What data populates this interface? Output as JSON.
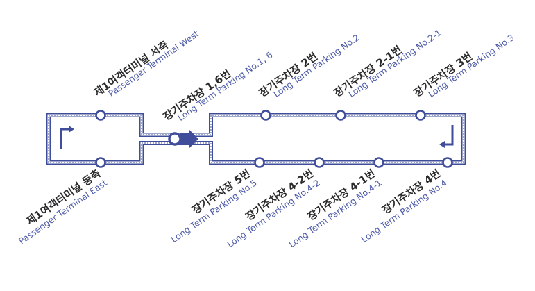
{
  "colors": {
    "route": "#3f4d9a",
    "station_fill": "#ffffff",
    "label_ko": "#2b2b2b",
    "label_en": "#4d5ba8"
  },
  "stations": [
    {
      "id": "t1-west",
      "ko": "제1여객터미널 서측",
      "en": "Passenger Terminal West"
    },
    {
      "id": "t1-east",
      "ko": "제1여객터미널 동측",
      "en": "Passenger Terminal East"
    },
    {
      "id": "ltp-1-6",
      "ko": "장기주차장 1,6번",
      "en": "Long Term Parking No.1, 6"
    },
    {
      "id": "ltp-2",
      "ko": "장기주차장 2번",
      "en": "Long Term Parking No.2"
    },
    {
      "id": "ltp-2-1",
      "ko": "장기주차장 2-1번",
      "en": "Long Term Parking No.2-1"
    },
    {
      "id": "ltp-3",
      "ko": "장기주차장 3번",
      "en": "Long Term Parking No.3"
    },
    {
      "id": "ltp-5",
      "ko": "장기주차장 5번",
      "en": "Long Term Parking No.5"
    },
    {
      "id": "ltp-4-2",
      "ko": "장기주차장 4-2번",
      "en": "Long Term Parking No.4-2"
    },
    {
      "id": "ltp-4-1",
      "ko": "장기주차장 4-1번",
      "en": "Long Term Parking No.4-1"
    },
    {
      "id": "ltp-4",
      "ko": "장기주차장 4번",
      "en": "Long Term Parking No.4"
    }
  ],
  "icons": {
    "turn_left": "turn-arrow-icon",
    "turn_right": "turn-arrow-icon",
    "direction": "direction-arrow-icon"
  }
}
